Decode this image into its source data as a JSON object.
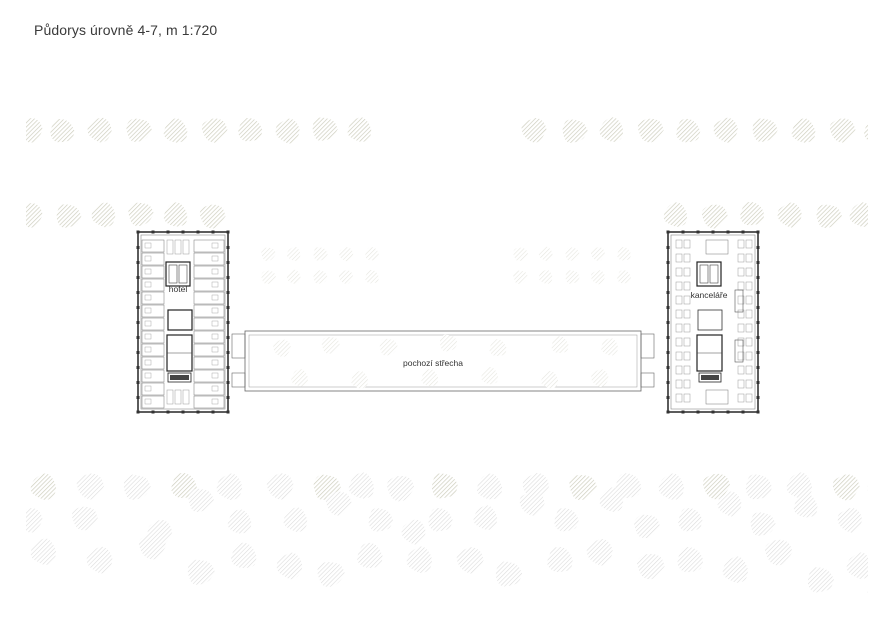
{
  "title": "Půdorys úrovně 4-7, m 1:720",
  "labels": {
    "hotel": "hotel",
    "offices": "kanceláře",
    "roof": "pochozí střecha"
  },
  "colors": {
    "tree_hatch": "#d9d9c9",
    "lines": "#555555",
    "dark": "#2a2a2a"
  }
}
